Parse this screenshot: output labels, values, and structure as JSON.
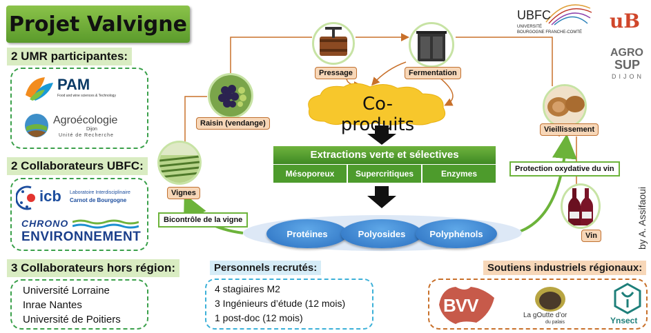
{
  "title": "Projet Valvigne",
  "umr": {
    "heading": "2 UMR participantes:",
    "pam_name": "PAM",
    "pam_sub": "Food and wine sciences & Technology",
    "agro_name": "Agroécologie",
    "agro_city": "Dijon",
    "agro_sub": "Unité de Recherche"
  },
  "ubfc_collab": {
    "heading": "2 Collaborateurs UBFC:",
    "icb_name": "icb",
    "icb_line1": "Laboratoire Interdisciplinaire",
    "icb_line2": "Carnot de Bourgogne",
    "chrono_line1": "CHRONO",
    "chrono_line2": "ENVIRONNEMENT"
  },
  "hors_region": {
    "heading": "3 Collaborateurs hors région:",
    "items": [
      "Université Lorraine",
      "Inrae Nantes",
      "Université de Poitiers"
    ]
  },
  "personnels": {
    "heading": "Personnels recrutés:",
    "items": [
      "4 stagiaires M2",
      "3 Ingénieurs d’étude (12 mois)",
      "1 post-doc (12 mois)"
    ]
  },
  "soutiens": {
    "heading": "Soutiens industriels régionaux:",
    "bvv": "BVV",
    "goutte_line1": "La gOutte d’or",
    "goutte_line2": "du palais",
    "ynsect": "Ynsect"
  },
  "logos": {
    "ubfc": "UBFC",
    "ubfc_line1": "UNIVERSITÉ",
    "ubfc_line2": "BOURGOGNE FRANCHE-COMTÉ",
    "ub": "uB",
    "agrosup_line1": "AGRO",
    "agrosup_line2": "SUP",
    "agrosup_line3": "DIJON"
  },
  "diagram": {
    "pressage": "Pressage",
    "fermentation": "Fermentation",
    "raisin": "Raisin (vendange)",
    "coproduits": "Co-produits",
    "vieillissement": "Vieillissement",
    "vignes": "Vignes",
    "vin": "Vin",
    "extractions": "Extractions verte et sélectives",
    "methods": [
      "Mésoporeux",
      "Supercritiques",
      "Enzymes"
    ],
    "products": [
      "Protéines",
      "Polyosides",
      "Polyphénols"
    ],
    "bicontrole": "Bicontrôle de la vigne",
    "protection": "Protection oxydative du vin"
  },
  "credit": "by A. Assifaoui",
  "colors": {
    "green": "#5a9a2b",
    "orange": "#c8702a",
    "blue": "#2a6fc0",
    "section_bg": "#d9ecc2",
    "label_bg": "#f7d7b8"
  }
}
